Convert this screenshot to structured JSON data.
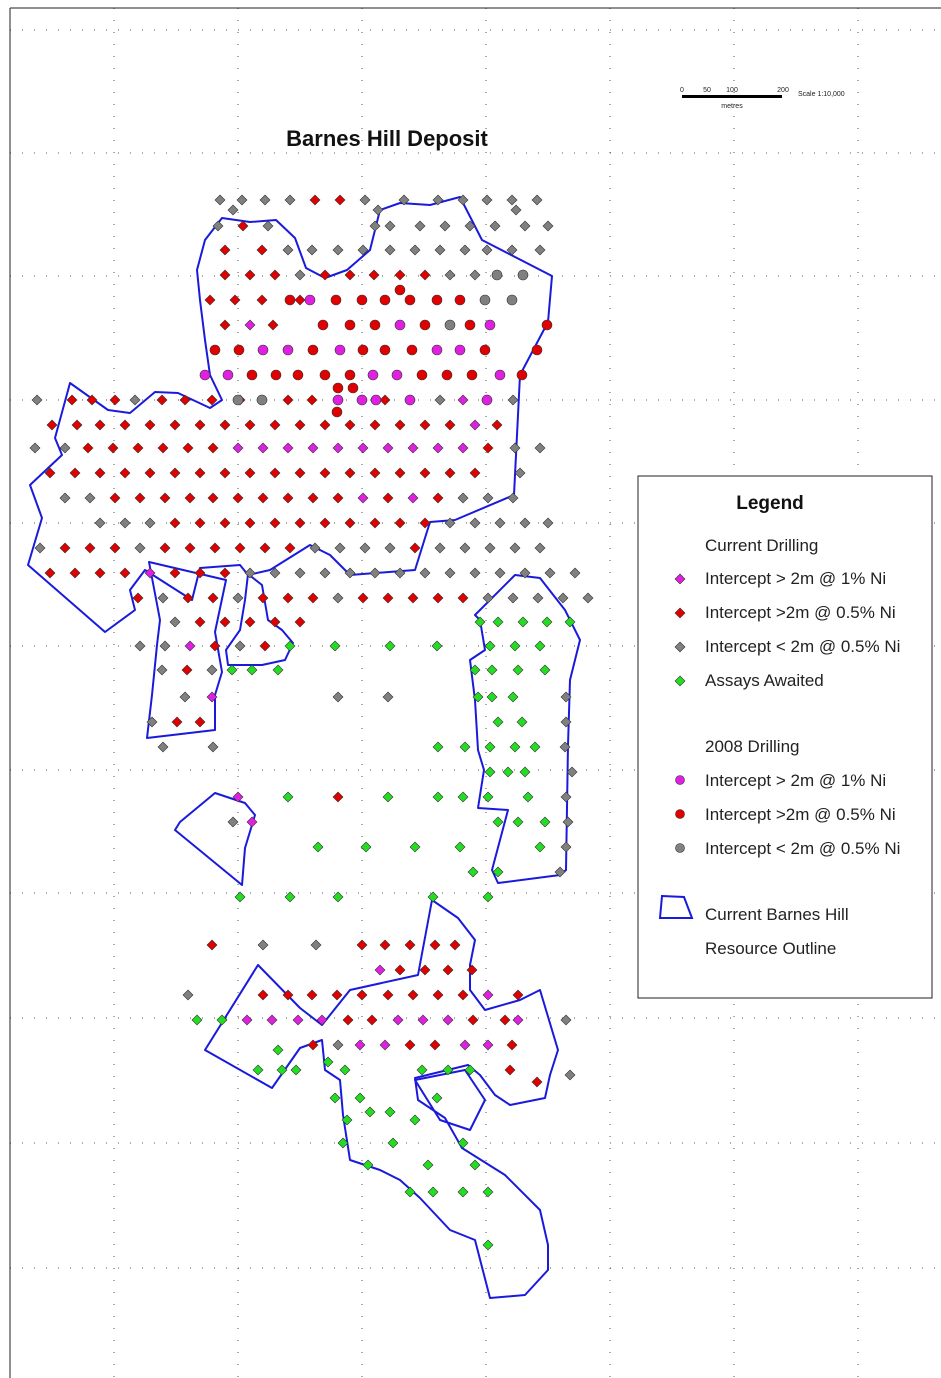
{
  "map": {
    "title": "Barnes Hill Deposit",
    "scale_bar": {
      "ticks": [
        "0",
        "50",
        "100",
        "200"
      ],
      "unit": "metres",
      "scale": "Scale 1:10,000"
    },
    "colors": {
      "magenta": "#e020e0",
      "red": "#e00000",
      "grey": "#808080",
      "green": "#22dd22",
      "outline": "#1a1adc",
      "grid": "#555555"
    },
    "legend": {
      "title": "Legend",
      "current_heading": "Current Drilling",
      "current_items": [
        {
          "label": "Intercept > 2m @ 1% Ni",
          "symbol": "diamond",
          "color": "magenta"
        },
        {
          "label": "Intercept >2m @ 0.5% Ni",
          "symbol": "diamond",
          "color": "red"
        },
        {
          "label": "Intercept < 2m @ 0.5% Ni",
          "symbol": "diamond",
          "color": "grey"
        },
        {
          "label": "Assays Awaited",
          "symbol": "diamond",
          "color": "green"
        }
      ],
      "drill2008_heading": "2008 Drilling",
      "drill2008_items": [
        {
          "label": "Intercept > 2m @ 1% Ni",
          "symbol": "circle",
          "color": "magenta"
        },
        {
          "label": "Intercept >2m @ 0.5% Ni",
          "symbol": "circle",
          "color": "red"
        },
        {
          "label": "Intercept < 2m @ 0.5% Ni",
          "symbol": "circle",
          "color": "grey"
        }
      ],
      "outline_label_1": "Current Barnes Hill",
      "outline_label_2": "Resource Outline"
    }
  }
}
